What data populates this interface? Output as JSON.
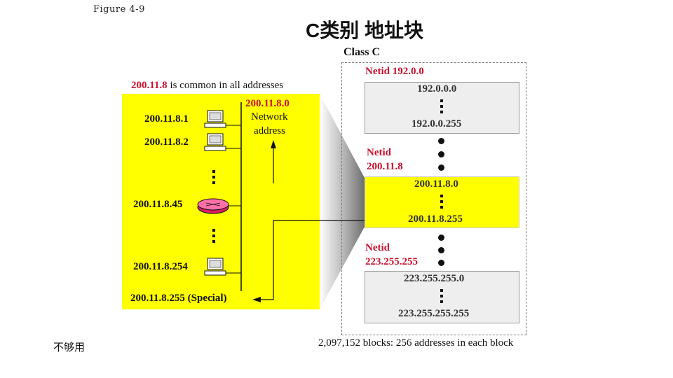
{
  "page": {
    "caption": "Figure 4-9",
    "title": "C类别 地址块",
    "note": "不够用"
  },
  "figure": {
    "class_label": "Class C",
    "common_prefix": "200.11.8",
    "common_text": " is common in all addresses",
    "network_address_value": "200.11.8.0",
    "network_address_label_1": "Network",
    "network_address_label_2": "address",
    "hosts": [
      {
        "addr": "200.11.8.1",
        "device": "computer-icon"
      },
      {
        "addr": "200.11.8.2",
        "device": "computer-icon"
      },
      {
        "addr": "200.11.8.45",
        "device": "router-icon"
      },
      {
        "addr": "200.11.8.254",
        "device": "computer-icon"
      }
    ],
    "special": "200.11.8.255 (Special)",
    "netids": [
      {
        "label": "Netid 192.0.0",
        "first": "192.0.0.0",
        "last": "192.0.0.255"
      },
      {
        "label": "Netid",
        "sub": "200.11.8",
        "first": "200.11.8.0",
        "last": "200.11.8.255"
      },
      {
        "label": "Netid",
        "sub": "223.255.255",
        "first": "223.255.255.0",
        "last": "223.255.255.255"
      }
    ],
    "summary": "2,097,152 blocks: 256 addresses in each block"
  },
  "colors": {
    "highlight": "#ffff00",
    "accent_red": "#c8102e",
    "block_gray": "#eeeeee"
  }
}
